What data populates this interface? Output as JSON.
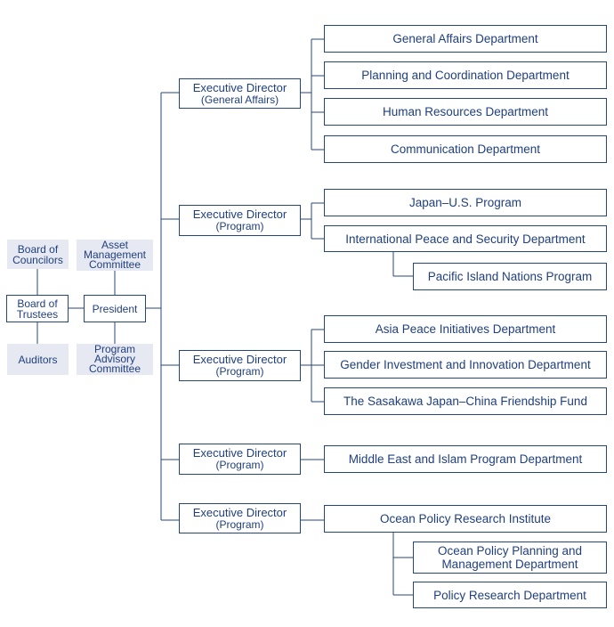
{
  "governance": {
    "board_of_councilors": "Board of\nCouncilors",
    "board_of_trustees": "Board of\nTrustees",
    "auditors": "Auditors",
    "asset_management_committee": "Asset\nManagement\nCommittee",
    "president": "President",
    "program_advisory_committee": "Program\nAdvisory\nCommittee"
  },
  "directors": [
    {
      "title": "Executive Director",
      "subtitle": "(General Affairs)",
      "departments": [
        "General Affairs Department",
        "Planning and Coordination Department",
        "Human Resources Department",
        "Communication Department"
      ]
    },
    {
      "title": "Executive Director",
      "subtitle": "(Program)",
      "departments": [
        "Japan–U.S. Program",
        "International Peace and Security Department"
      ],
      "sub_units": [
        "Pacific Island Nations Program"
      ]
    },
    {
      "title": "Executive Director",
      "subtitle": "(Program)",
      "departments": [
        "Asia Peace Initiatives Department",
        "Gender Investment and Innovation Department",
        "The Sasakawa Japan–China Friendship Fund"
      ]
    },
    {
      "title": "Executive Director",
      "subtitle": "(Program)",
      "departments": [
        "Middle East and Islam Program Department"
      ]
    },
    {
      "title": "Executive Director",
      "subtitle": "(Program)",
      "departments": [
        "Ocean Policy Research Institute"
      ],
      "sub_units": [
        "Ocean Policy Planning and\nManagement Department",
        "Policy Research Department"
      ]
    }
  ]
}
